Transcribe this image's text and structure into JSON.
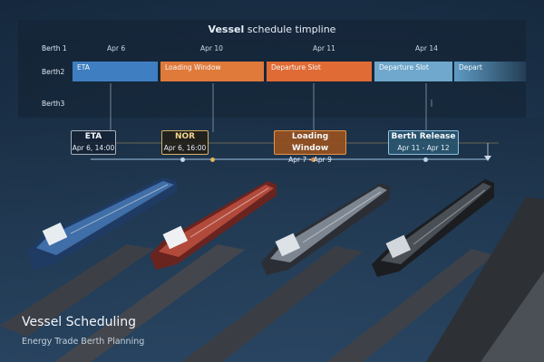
{
  "title": {
    "bold": "Vessel",
    "rest": " schedule timpline"
  },
  "dates": [
    "Apr 6",
    "Apr 10",
    "Apr 11",
    "Apr 14"
  ],
  "berths": [
    "Berth 1",
    "Berth2",
    "Berth3"
  ],
  "bars": [
    {
      "label": "ETA",
      "color": "#3f7fc1"
    },
    {
      "label": "Loading Window",
      "color": "#e07a3a"
    },
    {
      "label": "Departure Slot",
      "color": "#e06b34"
    },
    {
      "label": "Departure Slot",
      "color": "#6fa8cc"
    },
    {
      "label": "Depart",
      "color": "#5e9cc4"
    }
  ],
  "milestones": [
    {
      "title": "ETA",
      "date": "Apr 6, 14:00"
    },
    {
      "title": "NOR",
      "date": "Apr 6, 16:00"
    },
    {
      "title": "Loading Window",
      "date": "Apr 7 - Apr 9"
    },
    {
      "title": "Berth Release",
      "date": "Apr 11 - Apr 12"
    }
  ],
  "footer": {
    "title": "Vessel Scheduling",
    "subtitle": "Energy Trade Berth Planning"
  }
}
